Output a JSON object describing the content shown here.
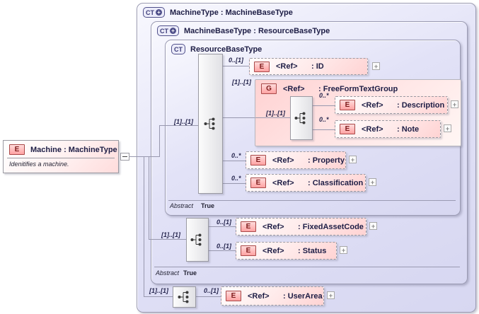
{
  "root": {
    "badge": "E",
    "title": "Machine : MachineType",
    "description": "Idenitifies a machine."
  },
  "containers": {
    "machine_type": {
      "badge": "CT",
      "title": "MachineType : MachineBaseType"
    },
    "machine_base_type": {
      "badge": "CT",
      "title": "MachineBaseType : ResourceBaseType",
      "abstract": {
        "label": "Abstract",
        "value": "True"
      }
    },
    "resource_base_type": {
      "badge": "CT",
      "title": "ResourceBaseType",
      "abstract": {
        "label": "Abstract",
        "value": "True"
      }
    }
  },
  "groups": {
    "resource_seq": {
      "occurs": "[1]..[1]"
    },
    "freeform_seq": {
      "occurs": "[1]..[1]"
    },
    "machine_base_seq": {
      "occurs": "[1]..[1]"
    },
    "machine_seq": {
      "occurs": "[1]..[1]"
    }
  },
  "elements": {
    "id": {
      "badge": "E",
      "ref": "<Ref>",
      "name": ": ID",
      "occurs": "0..[1]"
    },
    "free_form_text_group": {
      "badge": "G",
      "ref": "<Ref>",
      "name": ": FreeFormTextGroup",
      "occurs": "[1]..[1]"
    },
    "description": {
      "badge": "E",
      "ref": "<Ref>",
      "name": ": Description",
      "occurs": "0..*"
    },
    "note": {
      "badge": "E",
      "ref": "<Ref>",
      "name": ": Note",
      "occurs": "0..*"
    },
    "property": {
      "badge": "E",
      "ref": "<Ref>",
      "name": ": Property",
      "occurs": "0..*"
    },
    "classification": {
      "badge": "E",
      "ref": "<Ref>",
      "name": ": Classification",
      "occurs": "0..*"
    },
    "fixed_asset_code": {
      "badge": "E",
      "ref": "<Ref>",
      "name": ": FixedAssetCode",
      "occurs": "0..[1]"
    },
    "status": {
      "badge": "E",
      "ref": "<Ref>",
      "name": ": Status",
      "occurs": "0..[1]"
    },
    "user_area": {
      "badge": "E",
      "ref": "<Ref>",
      "name": ": UserArea",
      "occurs": "0..[1]"
    }
  },
  "icons": {
    "plus": "+",
    "expand": "+"
  },
  "colors": {
    "container_fill": "#dcdcf4",
    "container_border": "#9a9ab2",
    "element_fill_pink": "#ffd9d9",
    "element_badge_border": "#a84848",
    "element_badge_text": "#7c1a1a",
    "ct_badge_blue": "#50508a",
    "text_dark": "#1d1d45",
    "connector_line": "#9898ae"
  }
}
